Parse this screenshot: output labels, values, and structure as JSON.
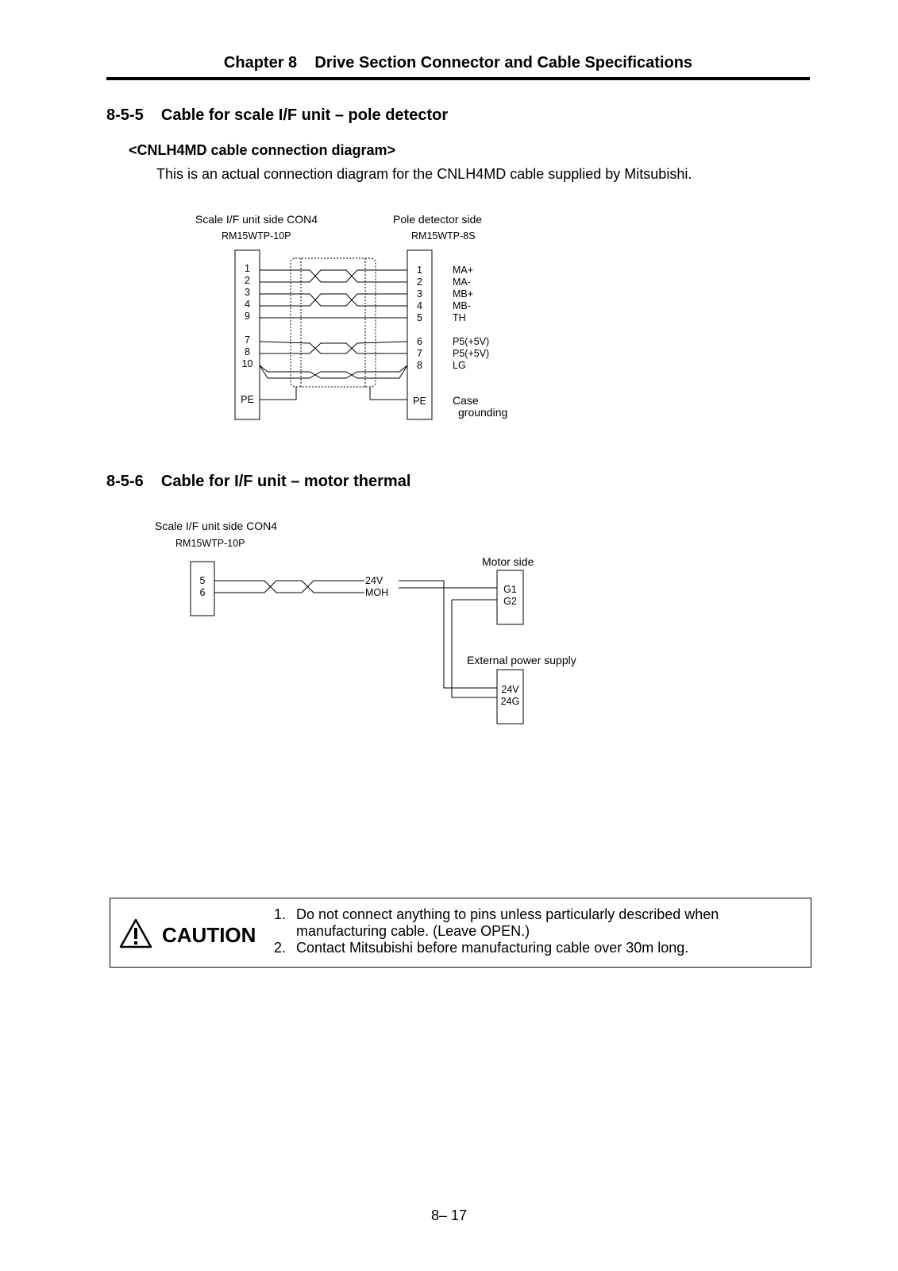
{
  "header": {
    "title": "Chapter 8    Drive Section Connector and Cable Specifications"
  },
  "section_855": {
    "heading": "8-5-5    Cable for scale I/F unit – pole detector",
    "subheading": "<CNLH4MD cable connection diagram>",
    "description": "This is an actual connection diagram for the CNLH4MD cable supplied by Mitsubishi.",
    "diagram": {
      "left_title": "Scale I/F unit side CON4",
      "left_model": "RM15WTP-10P",
      "right_title": "Pole detector side",
      "right_model": "RM15WTP-8S",
      "left_pins": [
        "1",
        "2",
        "3",
        "4",
        "9",
        "7",
        "8",
        "10",
        "PE"
      ],
      "right_pins": [
        "1",
        "2",
        "3",
        "4",
        "5",
        "6",
        "7",
        "8",
        "PE"
      ],
      "signals": [
        "MA+",
        "MA-",
        "MB+",
        "MB-",
        "TH",
        "P5(+5V)",
        "P5(+5V)",
        "LG"
      ],
      "case_label_1": "Case",
      "case_label_2": "grounding"
    }
  },
  "section_856": {
    "heading": "8-5-6    Cable for I/F unit – motor thermal",
    "diagram": {
      "left_title": "Scale I/F unit side CON4",
      "left_model": "RM15WTP-10P",
      "left_pins": [
        "5",
        "6"
      ],
      "wire_labels": [
        "24V",
        "MOH"
      ],
      "motor_title": "Motor side",
      "motor_pins": [
        "G1",
        "G2"
      ],
      "power_title": "External power supply",
      "power_pins": [
        "24V",
        "24G"
      ]
    }
  },
  "caution": {
    "title": "CAUTION",
    "items": [
      {
        "num": "1.",
        "text": "Do not connect anything to pins unless particularly described when",
        "text2": "manufacturing cable. (Leave OPEN.)"
      },
      {
        "num": "2.",
        "text": "Contact Mitsubishi before manufacturing cable over 30m long."
      }
    ]
  },
  "footer": {
    "page_number": "8– 17"
  }
}
